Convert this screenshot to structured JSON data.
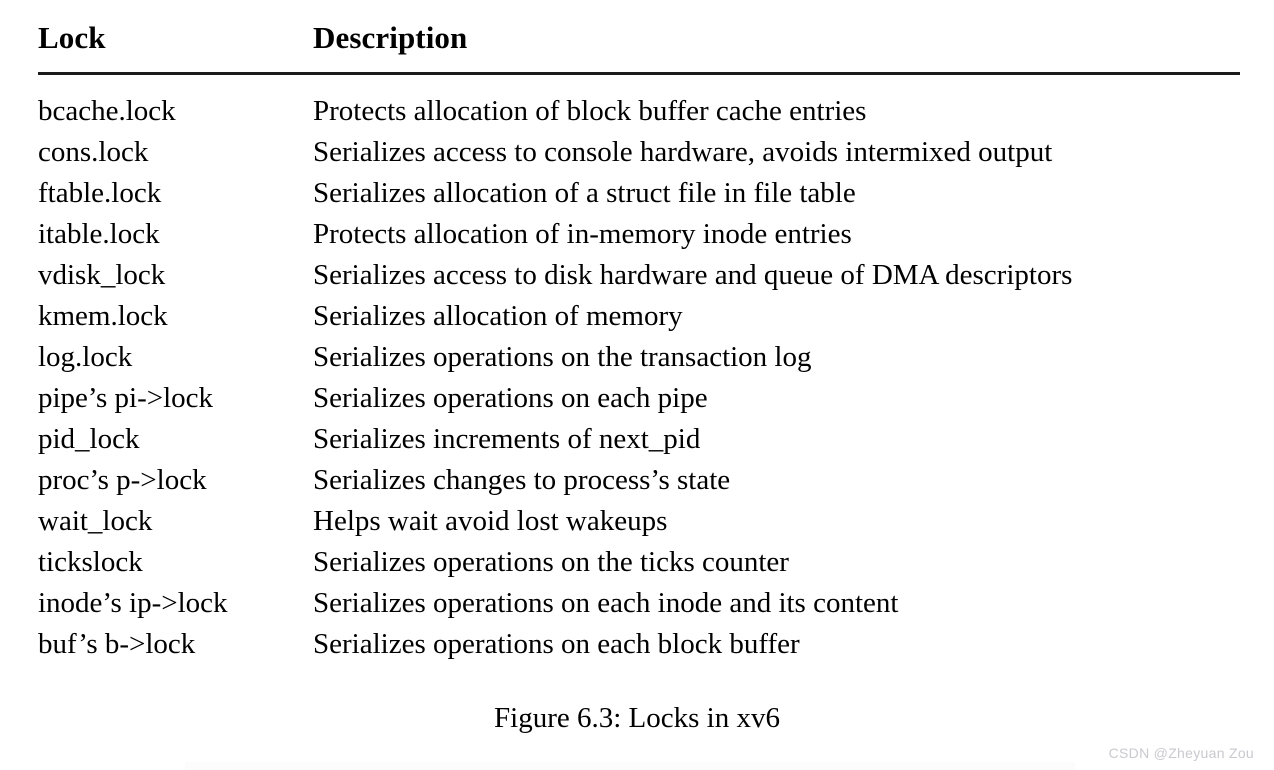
{
  "figure": {
    "caption": "Figure 6.3: Locks in xv6",
    "rule_color": "#1b1b1b"
  },
  "table": {
    "columns": [
      {
        "key": "lock",
        "header": "Lock"
      },
      {
        "key": "description",
        "header": "Description"
      }
    ],
    "rows": [
      {
        "lock": "bcache.lock",
        "description": "Protects allocation of block buffer cache entries"
      },
      {
        "lock": "cons.lock",
        "description": "Serializes access to console hardware, avoids intermixed output"
      },
      {
        "lock": "ftable.lock",
        "description": "Serializes allocation of a struct file in file table"
      },
      {
        "lock": "itable.lock",
        "description": "Protects allocation of in-memory inode entries"
      },
      {
        "lock": "vdisk_lock",
        "description": "Serializes access to disk hardware and queue of DMA descriptors"
      },
      {
        "lock": "kmem.lock",
        "description": "Serializes allocation of memory"
      },
      {
        "lock": "log.lock",
        "description": "Serializes operations on the transaction log"
      },
      {
        "lock": "pipe’s pi->lock",
        "description": "Serializes operations on each pipe"
      },
      {
        "lock": "pid_lock",
        "description": "Serializes increments of next_pid"
      },
      {
        "lock": "proc’s p->lock",
        "description": "Serializes changes to process’s state"
      },
      {
        "lock": "wait_lock",
        "description": "Helps wait avoid lost wakeups"
      },
      {
        "lock": "tickslock",
        "description": "Serializes operations on the ticks counter"
      },
      {
        "lock": "inode’s ip->lock",
        "description": "Serializes operations on each inode and its content"
      },
      {
        "lock": "buf’s b->lock",
        "description": "Serializes operations on each block buffer"
      }
    ]
  },
  "watermark": {
    "text": "CSDN @Zheyuan Zou",
    "color": "#c9c9cf"
  }
}
